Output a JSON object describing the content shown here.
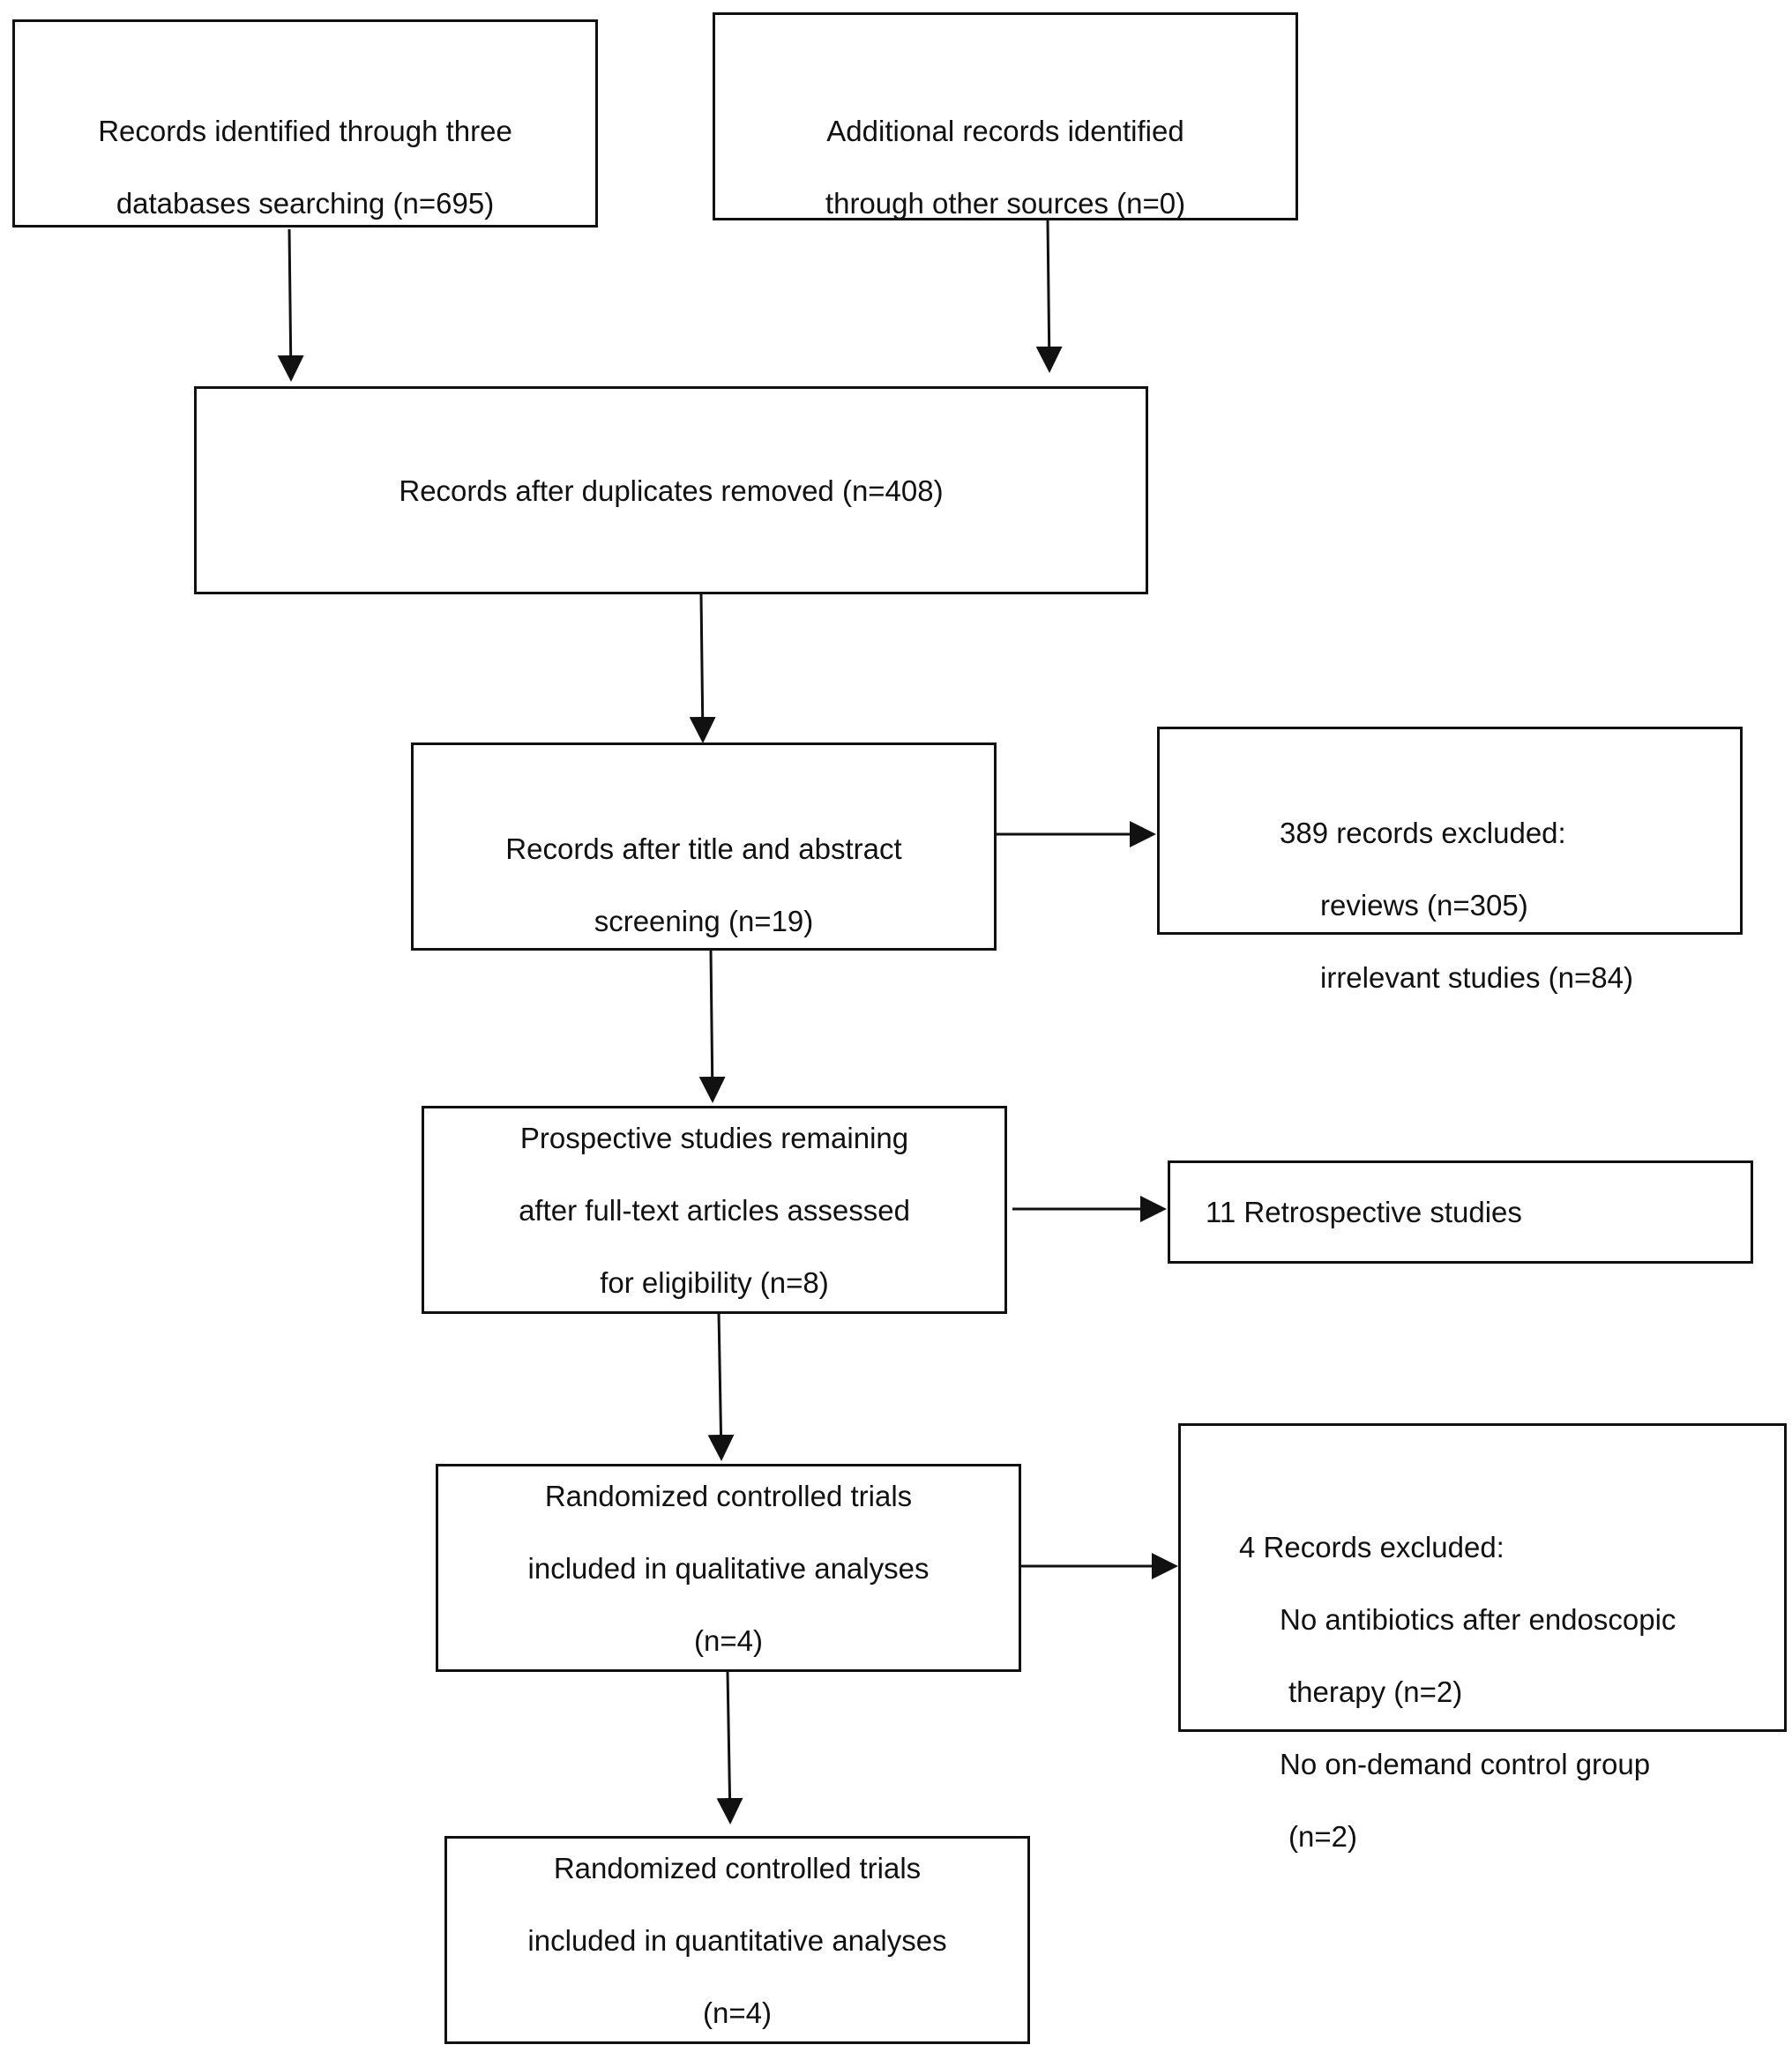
{
  "flow": {
    "identified": {
      "lines": [
        "Records identified through three",
        "databases searching (n=695)"
      ]
    },
    "additional": {
      "lines": [
        "Additional records identified",
        "through other sources (n=0)"
      ]
    },
    "duplicates_removed": {
      "lines": [
        "Records after duplicates removed (n=408)"
      ]
    },
    "title_abstract": {
      "lines": [
        "Records after title and abstract",
        "screening (n=19)"
      ]
    },
    "excluded_389": {
      "heading": "389 records excluded:",
      "items": [
        "reviews (n=305)",
        "irrelevant studies (n=84)"
      ]
    },
    "prospective": {
      "lines": [
        "Prospective studies remaining",
        "after full-text articles assessed",
        "for eligibility (n=8)"
      ]
    },
    "retrospective": {
      "lines": [
        "11 Retrospective studies"
      ]
    },
    "rct_qualitative": {
      "lines": [
        "Randomized controlled trials",
        "included in qualitative analyses",
        "(n=4)"
      ]
    },
    "excluded_4": {
      "heading": "4 Records excluded:",
      "items": [
        "No antibiotics after endoscopic",
        "therapy (n=2)",
        "No on-demand control group",
        "(n=2)"
      ]
    },
    "rct_quantitative": {
      "lines": [
        "Randomized controlled trials",
        "included in quantitative analyses",
        "(n=4)"
      ]
    }
  }
}
